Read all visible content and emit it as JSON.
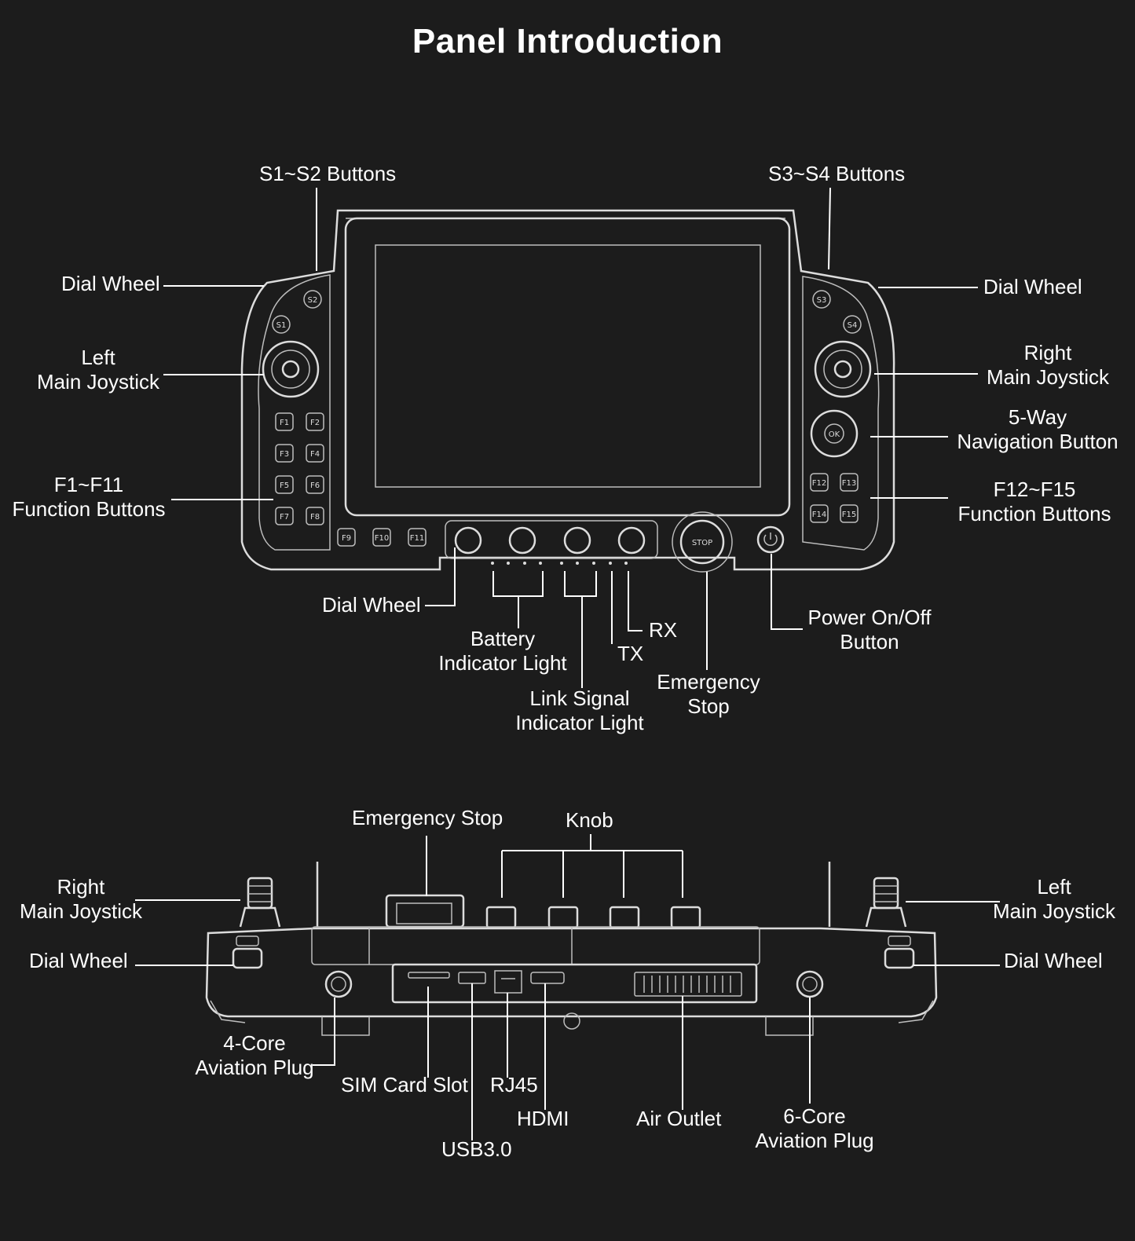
{
  "title": "Panel Introduction",
  "front_labels": {
    "s1_s2": "S1~S2 Buttons",
    "s3_s4": "S3~S4 Buttons",
    "dial_left": "Dial Wheel",
    "dial_right": "Dial Wheel",
    "left_joystick": [
      "Left",
      "Main Joystick"
    ],
    "right_joystick": [
      "Right",
      "Main Joystick"
    ],
    "nav_button": [
      "5-Way",
      "Navigation Button"
    ],
    "f1_f11": [
      "F1~F11",
      "Function Buttons"
    ],
    "f12_f15": [
      "F12~F15",
      "Function Buttons"
    ],
    "dial_bottom": "Dial Wheel",
    "battery": [
      "Battery",
      "Indicator Light"
    ],
    "tx": "TX",
    "rx": "RX",
    "link_signal": [
      "Link Signal",
      "Indicator Light"
    ],
    "emergency_stop": [
      "Emergency",
      "Stop"
    ],
    "power": [
      "Power On/Off",
      "Button"
    ]
  },
  "device_buttons": {
    "s": [
      "S1",
      "S2",
      "S3",
      "S4"
    ],
    "f_left": [
      "F1",
      "F2",
      "F3",
      "F4",
      "F5",
      "F6",
      "F7",
      "F8"
    ],
    "f_bottom": [
      "F9",
      "F10",
      "F11"
    ],
    "f_right": [
      "F12",
      "F13",
      "F14",
      "F15"
    ],
    "ok": "OK",
    "stop": "STOP"
  },
  "top_labels": {
    "emergency_stop": "Emergency Stop",
    "knob": "Knob",
    "right_joystick": [
      "Right",
      "Main Joystick"
    ],
    "left_joystick": [
      "Left",
      "Main Joystick"
    ],
    "dial_left": "Dial Wheel",
    "dial_right": "Dial Wheel",
    "aviation_4": [
      "4-Core",
      "Aviation Plug"
    ],
    "sim": "SIM Card Slot",
    "usb": "USB3.0",
    "rj45": "RJ45",
    "hdmi": "HDMI",
    "air_outlet": "Air Outlet",
    "aviation_6": [
      "6-Core",
      "Aviation Plug"
    ]
  },
  "colors": {
    "background": "#1c1c1c",
    "line": "#ffffff",
    "device_outline": "#dcdcdc"
  }
}
